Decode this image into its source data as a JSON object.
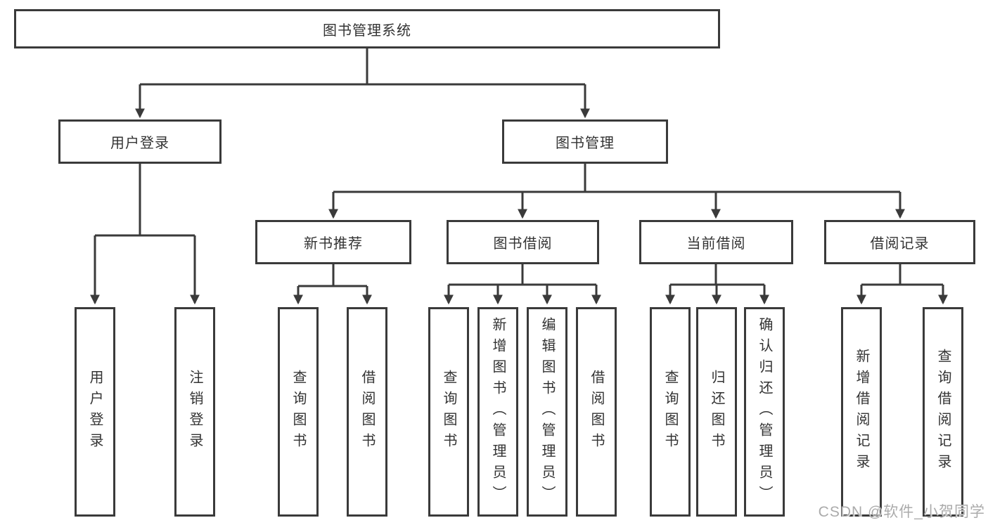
{
  "diagram": {
    "root": {
      "label": "图书管理系统"
    },
    "branches": [
      {
        "label": "用户登录",
        "children": [
          {
            "label": "用户登录"
          },
          {
            "label": "注销登录"
          }
        ]
      },
      {
        "label": "图书管理",
        "children": [
          {
            "label": "新书推荐",
            "children": [
              {
                "label": "查询图书"
              },
              {
                "label": "借阅图书"
              }
            ]
          },
          {
            "label": "图书借阅",
            "children": [
              {
                "label": "查询图书"
              },
              {
                "label": "新增图书（管理员）"
              },
              {
                "label": "编辑图书（管理员）"
              },
              {
                "label": "借阅图书"
              }
            ]
          },
          {
            "label": "当前借阅",
            "children": [
              {
                "label": "查询图书"
              },
              {
                "label": "归还图书"
              },
              {
                "label": "确认归还（管理员）"
              }
            ]
          },
          {
            "label": "借阅记录",
            "children": [
              {
                "label": "新增借阅记录"
              },
              {
                "label": "查询借阅记录"
              }
            ]
          }
        ]
      }
    ]
  },
  "watermark": "CSDN @软件_小贺同学",
  "colors": {
    "line": "#3a3a3a",
    "text": "#333333",
    "watermark": "#ababab",
    "background": "#ffffff"
  }
}
